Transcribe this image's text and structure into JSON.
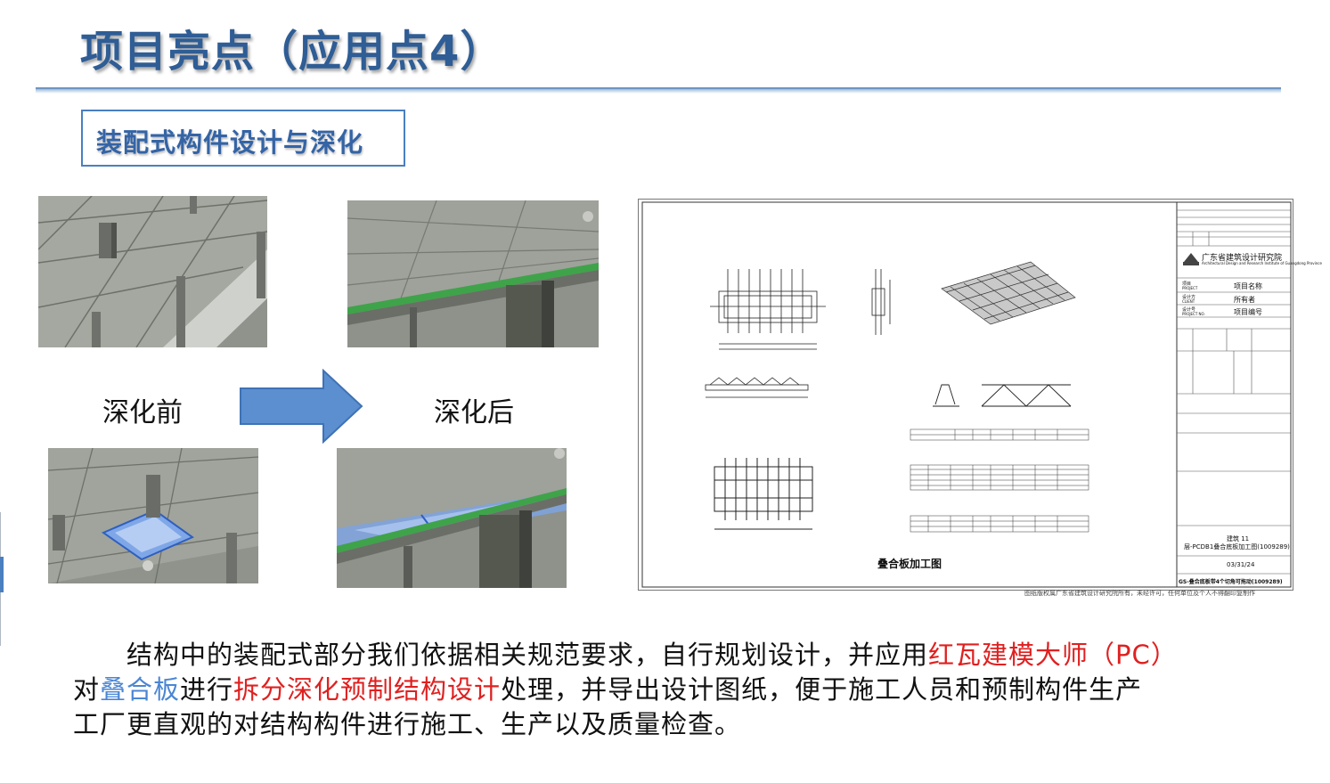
{
  "title": "项目亮点（应用点4）",
  "subtitle": "装配式构件设计与深化",
  "labels": {
    "before": "深化前",
    "after": "深化后"
  },
  "drawing": {
    "main_title": "叠合板加工图",
    "title_block": {
      "institute": "广东省建筑设计研究院",
      "institute_en": "Architectural Design and Research Institute of Guangdong Province",
      "project_label": "项目",
      "project_label_en": "PROJECT",
      "project_name": "项目名称",
      "client_label": "设计方",
      "client_label_en": "CLIENT",
      "client_name": "所有者",
      "project_no_label": "设计号",
      "project_no_label_en": "PROJECT NO.",
      "project_no": "项目编号",
      "building": "建筑 11",
      "sheet_name": "层-PCDB1叠合底板加工图(1009289)",
      "date": "03/31/24",
      "sheet_code": "GS-叠合底板带4个切角可拖动(1009289)"
    },
    "footnote": "图纸版权属广东省建筑设计研究院所有，未经许可，任何单位及个人不得翻印复制作"
  },
  "paragraph": {
    "l1_a": "　　结构中的装配式部分我们依据相关规范要求，自行规划设计，并应用",
    "l1_red": "红瓦建模大师（PC）",
    "l2_a": "对",
    "l2_blue": "叠合板",
    "l2_b": "进行",
    "l2_red": "拆分深化预制结构设计",
    "l2_c": "处理，并导出设计图纸，便于施工人员和预制构件生产",
    "l3": "工厂更直观的对结构构件进行施工、生产以及质量检查。"
  },
  "colors": {
    "title": "#2f5d95",
    "accent": "#4a7fc0",
    "highlight_red": "#e02020",
    "highlight_blue": "#4a86d4",
    "arrow": "#5b8fd0"
  }
}
